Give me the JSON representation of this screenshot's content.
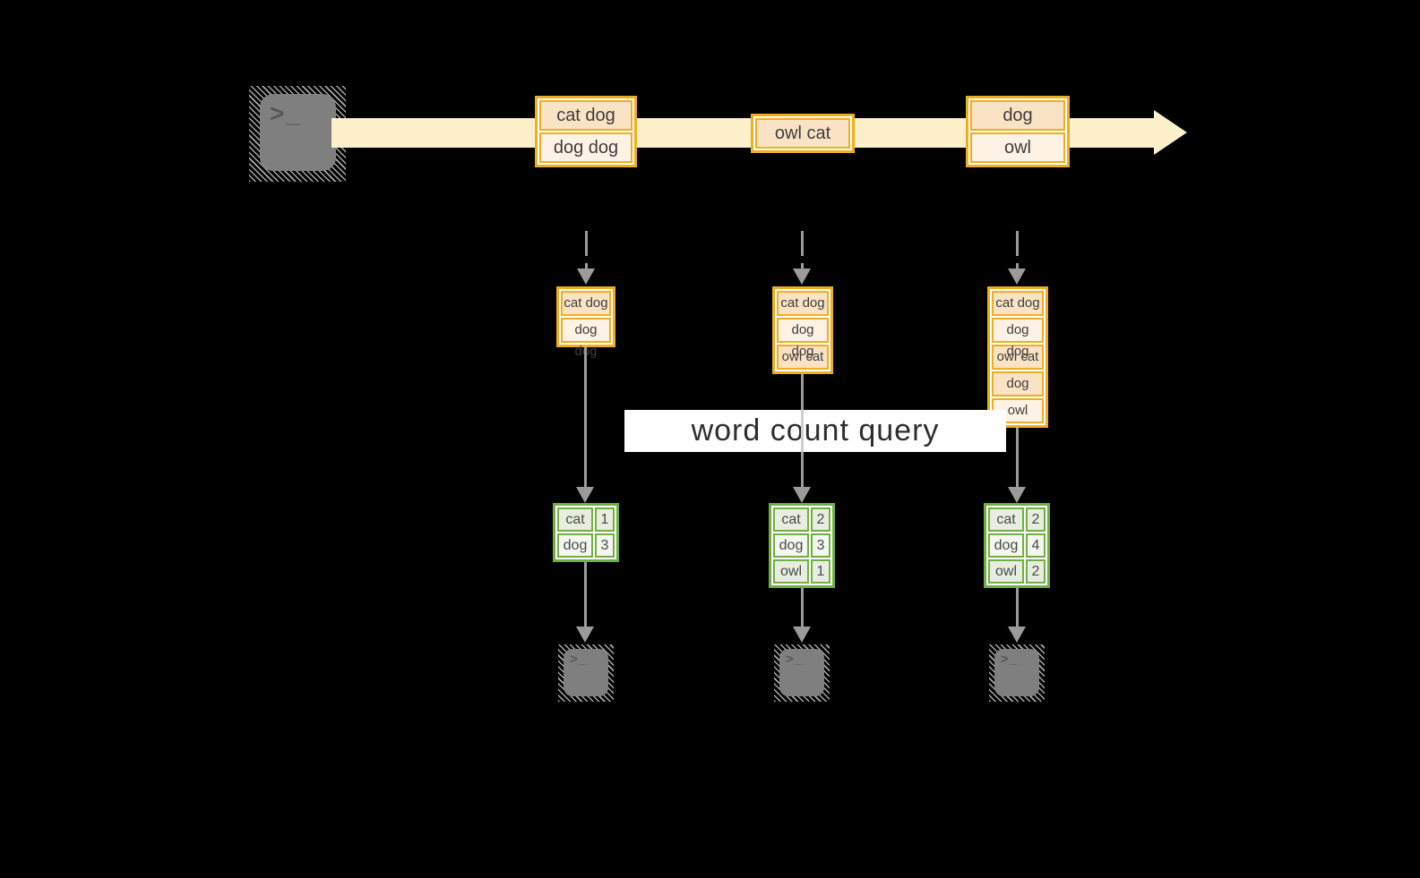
{
  "diagram": {
    "query_label": "word count query",
    "terminal_glyph": ">_",
    "stream_events": [
      {
        "rows": [
          {
            "text": "cat dog",
            "tint": "peach"
          },
          {
            "text": "dog dog",
            "tint": "cream"
          }
        ]
      },
      {
        "rows": [
          {
            "text": "owl cat",
            "tint": "peach"
          }
        ]
      },
      {
        "rows": [
          {
            "text": "dog",
            "tint": "peach"
          },
          {
            "text": "owl",
            "tint": "cream"
          }
        ]
      }
    ],
    "batches": [
      {
        "rows": [
          {
            "text": "cat dog",
            "tint": "peach"
          },
          {
            "text": "dog dog",
            "tint": "cream"
          }
        ]
      },
      {
        "rows": [
          {
            "text": "cat dog",
            "tint": "peach"
          },
          {
            "text": "dog dog",
            "tint": "cream"
          },
          {
            "text": "owl cat",
            "tint": "peach"
          }
        ]
      },
      {
        "rows": [
          {
            "text": "cat dog",
            "tint": "peach"
          },
          {
            "text": "dog dog",
            "tint": "cream"
          },
          {
            "text": "owl cat",
            "tint": "peach"
          },
          {
            "text": "dog",
            "tint": "peach"
          },
          {
            "text": "owl",
            "tint": "cream"
          }
        ]
      }
    ],
    "count_tables": [
      {
        "rows": [
          {
            "word": "cat",
            "count": "1",
            "tint": "green"
          },
          {
            "word": "dog",
            "count": "3",
            "tint": "light"
          }
        ]
      },
      {
        "rows": [
          {
            "word": "cat",
            "count": "2",
            "tint": "green"
          },
          {
            "word": "dog",
            "count": "3",
            "tint": "light"
          },
          {
            "word": "owl",
            "count": "1",
            "tint": "green"
          }
        ]
      },
      {
        "rows": [
          {
            "word": "cat",
            "count": "2",
            "tint": "green"
          },
          {
            "word": "dog",
            "count": "4",
            "tint": "light"
          },
          {
            "word": "owl",
            "count": "2",
            "tint": "green"
          }
        ]
      }
    ]
  },
  "colors": {
    "background": "#000000",
    "stream_band": "#fcf1ca",
    "accent_orange": "#f0ad1f",
    "fill_peach": "#fae3c4",
    "fill_cream": "#fdf2e3",
    "accent_green": "#72af43",
    "fill_green": "#e7eedf",
    "fill_green_light": "#f3f7ef",
    "arrow_gray": "#9b9b9b",
    "terminal_gray": "#7f7f7f",
    "query_bg": "#ffffff",
    "text_dark": "#3d3d3d"
  }
}
